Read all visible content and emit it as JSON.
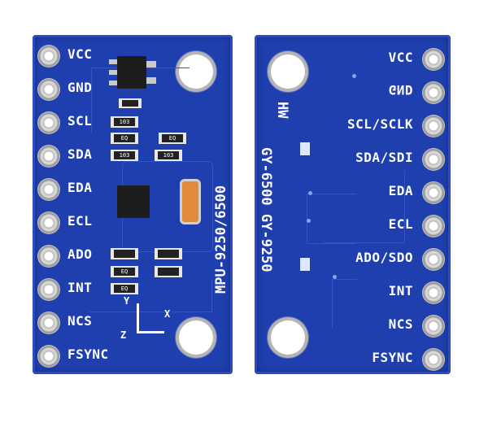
{
  "front": {
    "pins": [
      "VCC",
      "GND",
      "SCL",
      "SDA",
      "EDA",
      "ECL",
      "ADO",
      "INT",
      "NCS",
      "FSYNC"
    ],
    "model_text": "MPU-9250/6500",
    "axes": {
      "y": "Y",
      "x": "X",
      "z": "Z"
    },
    "resistor_code": "103",
    "cap_code": "EQ"
  },
  "back": {
    "pins": [
      "VCC",
      "GND",
      "SCL/SCLK",
      "SDA/SDI",
      "EDA",
      "ECL",
      "ADO/SDO",
      "INT",
      "NCS",
      "FSYNC"
    ],
    "brand_text": "HW",
    "model_text": "GY-6500 GY-9250"
  },
  "colors": {
    "pcb": "#1f3fae",
    "pad": "#d0d0d0",
    "silkscreen": "#ffffff"
  }
}
